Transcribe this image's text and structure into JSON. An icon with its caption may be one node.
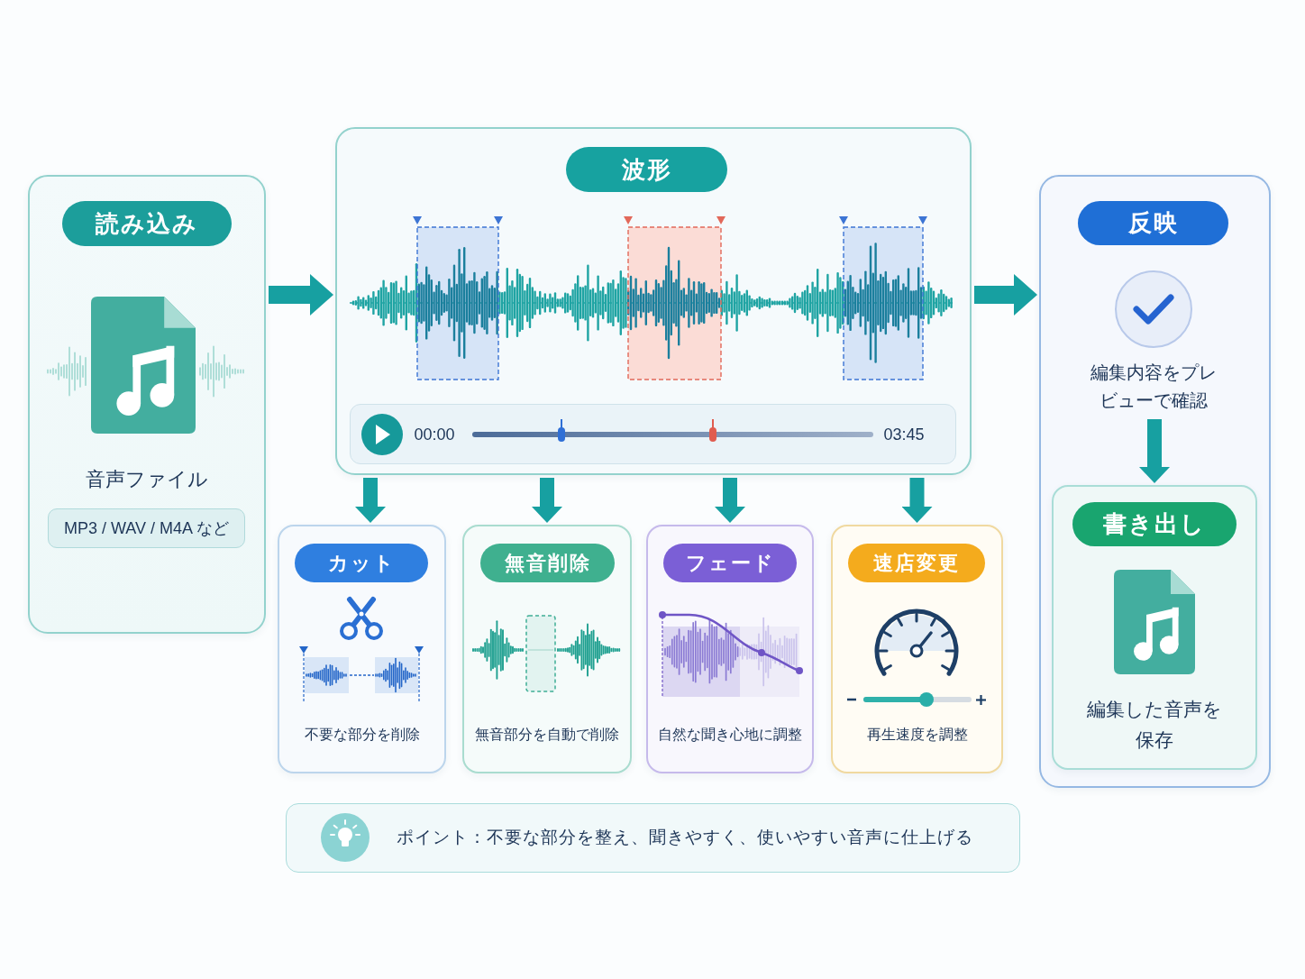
{
  "diagram": {
    "nodes": [
      {
        "text": [
          "読み込み",
          "音声ファイル"
        ]
      },
      {
        "text": [
          "MP3 / WAV / M4A など"
        ],
        "in": 0
      },
      {
        "text": [
          "波形"
        ]
      },
      {
        "text": [
          "00:00",
          "03:45"
        ],
        "in": 2
      },
      {
        "text": [
          "反映"
        ]
      },
      {
        "text": [
          "編集内容をプレビューで確認"
        ],
        "in": 4
      },
      {
        "text": [
          "書き出し",
          "編集した音声を保存"
        ],
        "in": 4
      },
      {
        "text": [
          "カット",
          "不要な部分を削除"
        ]
      },
      {
        "text": [
          "無音削除",
          "無音部分を自動で削除"
        ]
      },
      {
        "text": [
          "フェード",
          "自然な聞き心地に調整"
        ]
      },
      {
        "text": [
          "速店変更",
          "再生速度を調整"
        ]
      },
      {
        "text": [
          "ポイント：不要な部分を整え、聞きやすく、使いやすい音声に仕上げる"
        ]
      }
    ],
    "edges": [
      {
        "from": 0,
        "to": 2,
        "arrow": "to"
      },
      {
        "from": 2,
        "to": 4,
        "arrow": "to"
      },
      {
        "from": 5,
        "to": 6,
        "arrow": "to"
      },
      {
        "from": 2,
        "to": 7,
        "arrow": "to"
      },
      {
        "from": 2,
        "to": 8,
        "arrow": "to"
      },
      {
        "from": 2,
        "to": 9,
        "arrow": "to"
      },
      {
        "from": 2,
        "to": 10,
        "arrow": "to"
      }
    ]
  }
}
